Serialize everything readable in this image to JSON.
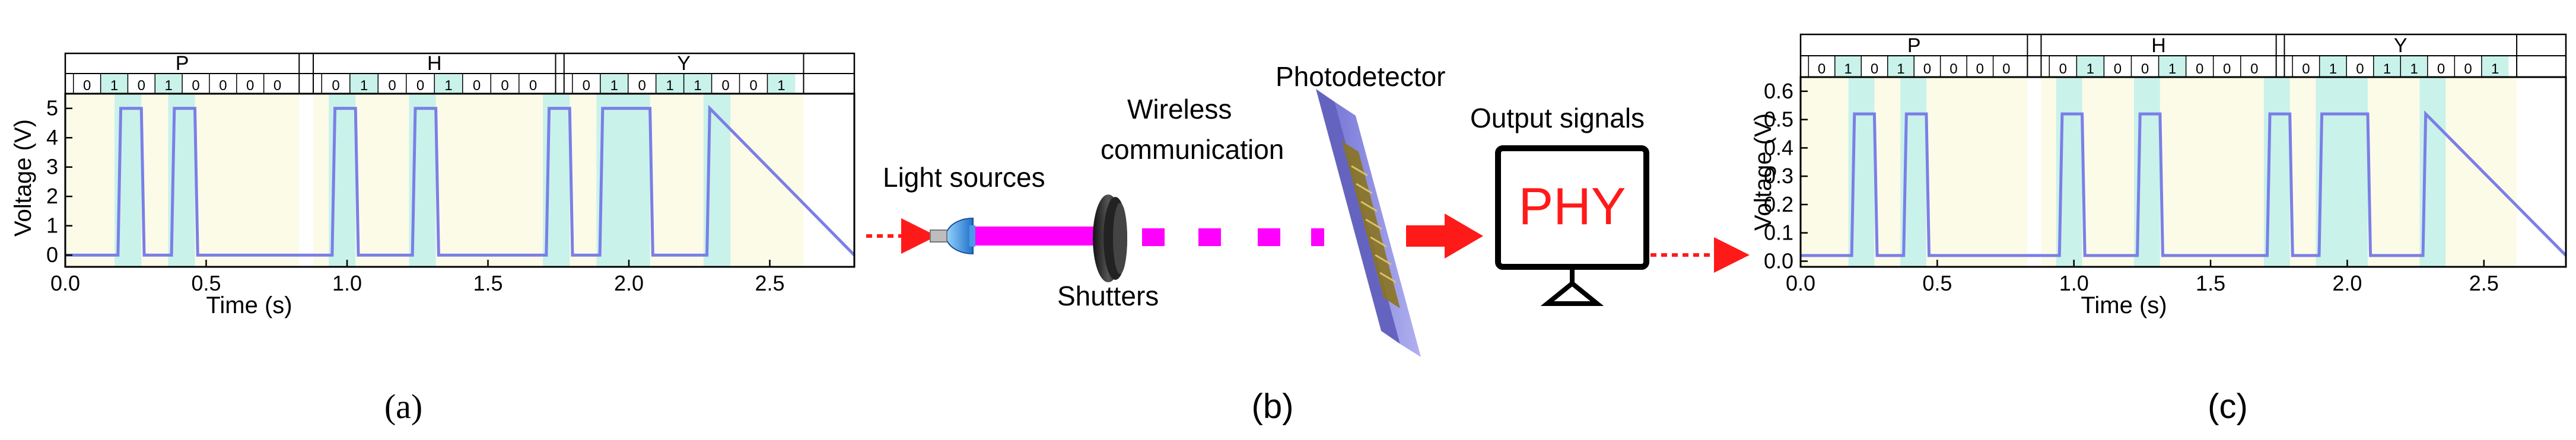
{
  "letters": [
    "P",
    "H",
    "Y"
  ],
  "bits": [
    0,
    1,
    0,
    1,
    0,
    0,
    0,
    0,
    0,
    1,
    0,
    0,
    1,
    0,
    0,
    0,
    0,
    1,
    0,
    1,
    1,
    0,
    0,
    1
  ],
  "colors": {
    "signal": "#7b7fe6",
    "bit_fill": "#c9f2ea",
    "zero_fill": "#fbfbe8",
    "arrow": "#ff1a1a",
    "beam": "#ff00ff",
    "monitor_text": "#ff1a1a",
    "detector": "#8c8ce0",
    "electrode": "#a08a2a"
  },
  "chart_data": [
    {
      "type": "line",
      "panel_label": "(a)",
      "xlabel": "Time (s)",
      "ylabel": "Voltage (V)",
      "xlim": [
        0.0,
        2.8
      ],
      "ylim": [
        -0.4,
        5.5
      ],
      "xticks": [
        "0.0",
        "0.5",
        "1.0",
        "1.5",
        "2.0",
        "2.5"
      ],
      "xtick_values": [
        0.0,
        0.5,
        1.0,
        1.5,
        2.0,
        2.5
      ],
      "yticks": [
        "0",
        "1",
        "2",
        "3",
        "4",
        "5"
      ],
      "ytick_values": [
        0,
        1,
        2,
        3,
        4,
        5
      ],
      "bit_period": 0.095,
      "bit_start": 0.08,
      "levels": {
        "low": 0.0,
        "high": 5.0
      },
      "frames": [
        [
          0.0,
          0.83
        ],
        [
          0.88,
          1.74
        ],
        [
          1.77,
          2.62
        ]
      ]
    },
    {
      "type": "line",
      "panel_label": "(c)",
      "xlabel": "Time (s)",
      "ylabel": "Voltage (V)",
      "xlim": [
        0.0,
        2.8
      ],
      "ylim": [
        -0.02,
        0.65
      ],
      "xticks": [
        "0.0",
        "0.5",
        "1.0",
        "1.5",
        "2.0",
        "2.5"
      ],
      "xtick_values": [
        0.0,
        0.5,
        1.0,
        1.5,
        2.0,
        2.5
      ],
      "yticks": [
        "0.0",
        "0.1",
        "0.2",
        "0.3",
        "0.4",
        "0.5",
        "0.6"
      ],
      "ytick_values": [
        0.0,
        0.1,
        0.2,
        0.3,
        0.4,
        0.5,
        0.6
      ],
      "bit_period": 0.095,
      "bit_start": 0.08,
      "levels": {
        "low": 0.02,
        "high": 0.52
      },
      "frames": [
        [
          0.0,
          0.83
        ],
        [
          0.88,
          1.74
        ],
        [
          1.77,
          2.62
        ]
      ]
    }
  ],
  "diagram": {
    "panel_label": "(b)",
    "light_sources": "Light sources",
    "wireless_line1": "Wireless",
    "wireless_line2": "communication",
    "photodetector": "Photodetector",
    "output_signals": "Output signals",
    "shutters": "Shutters",
    "monitor_text": "PHY"
  }
}
